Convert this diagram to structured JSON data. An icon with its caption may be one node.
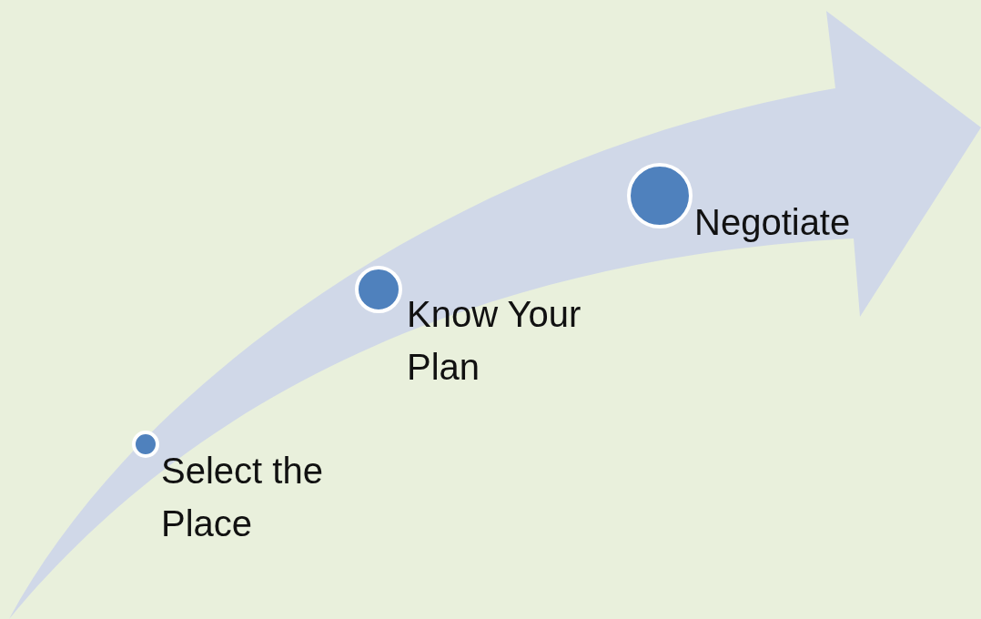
{
  "diagram": {
    "nodes": [
      {
        "text": [
          "Select the Place"
        ]
      },
      {
        "text": [
          "Know Your Plan"
        ]
      },
      {
        "text": [
          "Negotiate"
        ]
      }
    ]
  }
}
